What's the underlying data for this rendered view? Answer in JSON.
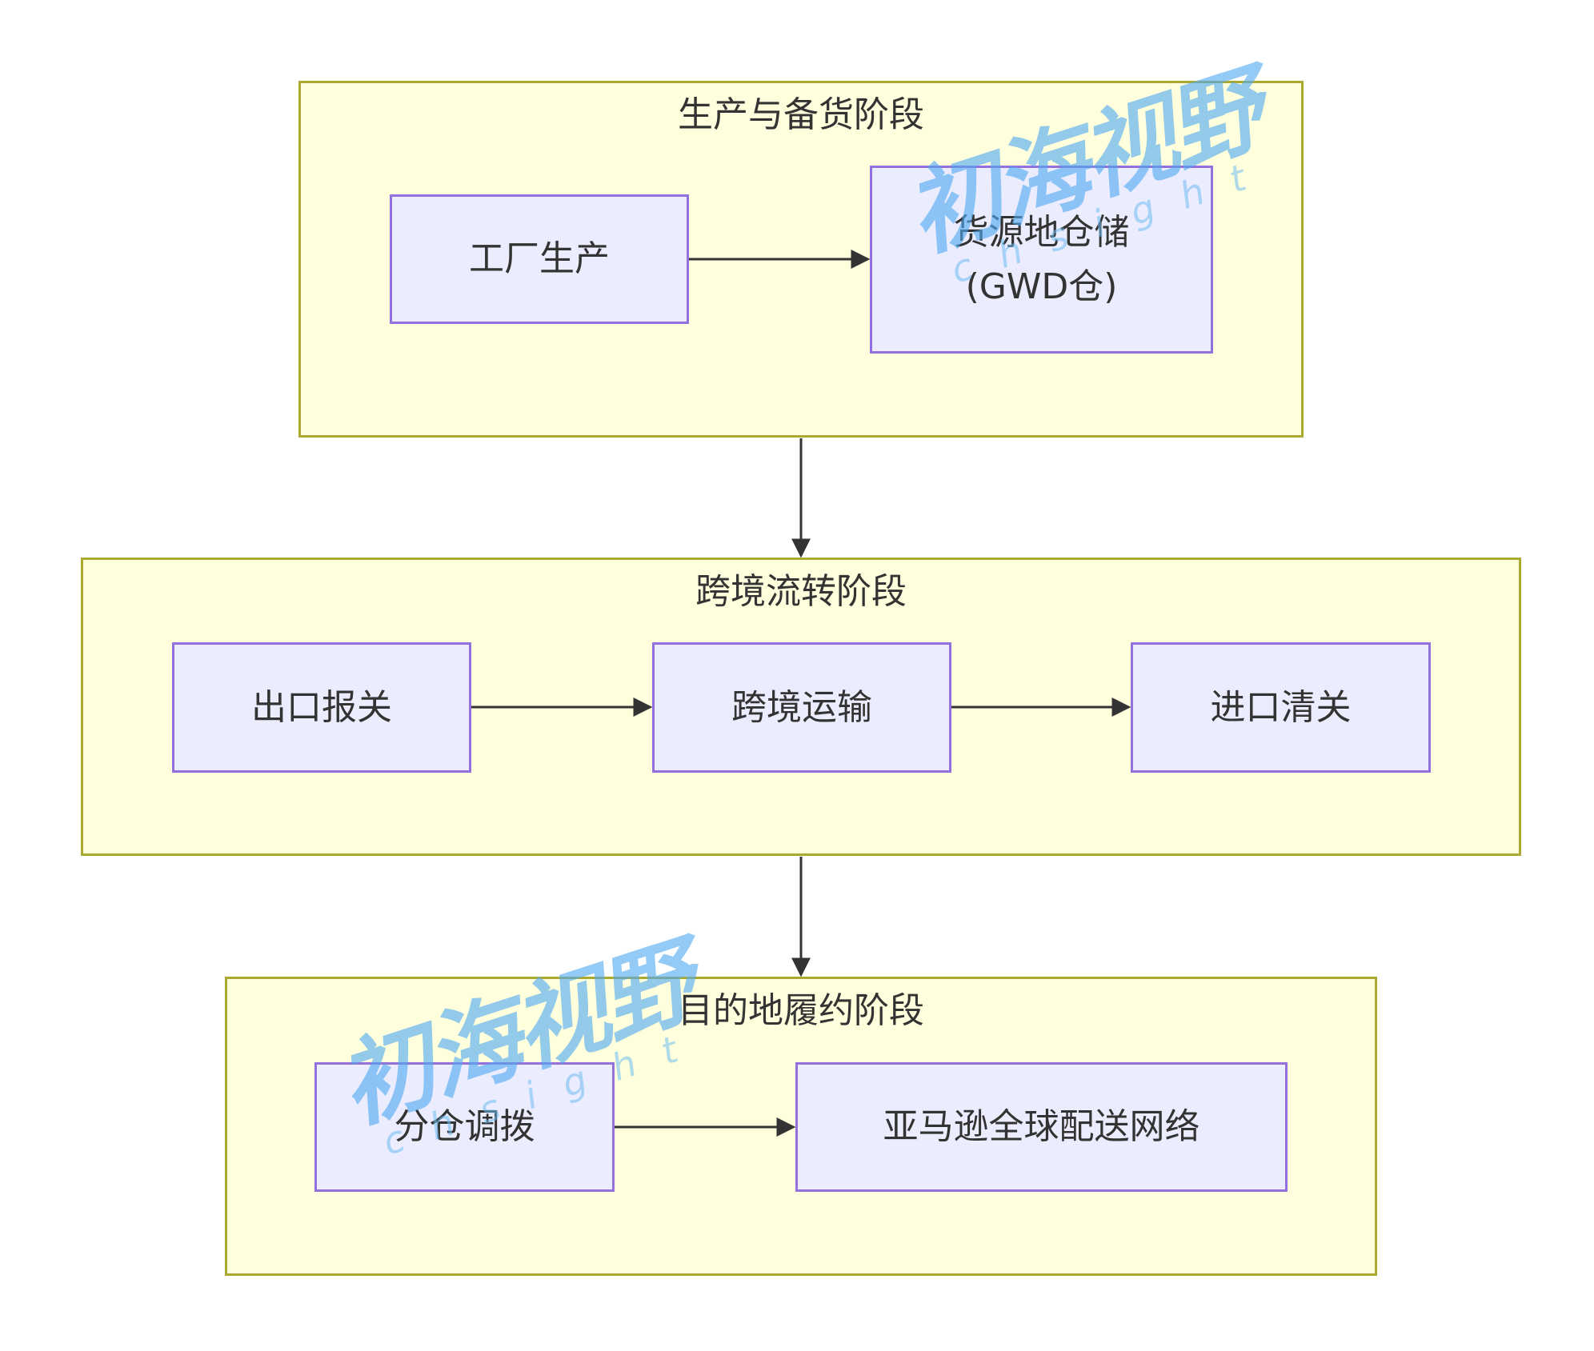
{
  "diagram": {
    "type": "flowchart",
    "direction": "top-to-bottom",
    "colors": {
      "cluster_fill": "#ffffde",
      "cluster_border": "#aaaa33",
      "node_fill": "#ececff",
      "node_border": "#9370db",
      "edge": "#333333",
      "text": "#333333",
      "watermark": "#50aaf0"
    },
    "stages": [
      {
        "id": "production",
        "title": "生产与备货阶段",
        "nodes": [
          {
            "id": "factory",
            "label": "工厂生产"
          },
          {
            "id": "gwd",
            "label_line1": "货源地仓储",
            "label_line2": "(GWD仓)"
          }
        ]
      },
      {
        "id": "crossborder",
        "title": "跨境流转阶段",
        "nodes": [
          {
            "id": "export",
            "label": "出口报关"
          },
          {
            "id": "transport",
            "label": "跨境运输"
          },
          {
            "id": "import",
            "label": "进口清关"
          }
        ]
      },
      {
        "id": "destination",
        "title": "目的地履约阶段",
        "nodes": [
          {
            "id": "allocation",
            "label": "分仓调拨"
          },
          {
            "id": "amazon",
            "label": "亚马逊全球配送网络"
          }
        ]
      }
    ],
    "edges": [
      {
        "from": "factory",
        "to": "gwd"
      },
      {
        "from": "production",
        "to": "crossborder"
      },
      {
        "from": "export",
        "to": "transport"
      },
      {
        "from": "transport",
        "to": "import"
      },
      {
        "from": "crossborder",
        "to": "destination"
      },
      {
        "from": "allocation",
        "to": "amazon"
      }
    ]
  },
  "watermark": {
    "text_cn": "初海视野",
    "text_en": "chsight"
  }
}
